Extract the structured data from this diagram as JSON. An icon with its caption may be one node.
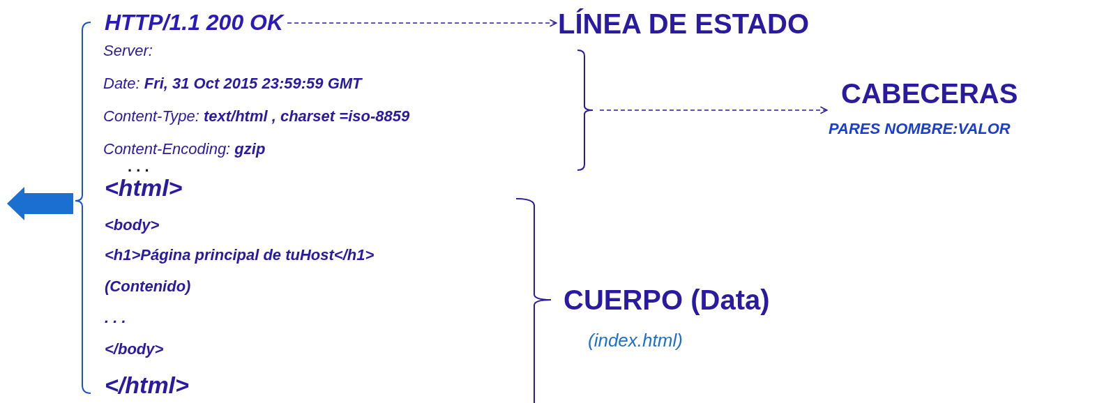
{
  "diagram": {
    "nodes": [
      {
        "text": [
          "HTTP/1.1  200 OK"
        ]
      },
      {
        "text": [
          "LÍNEA DE ESTADO"
        ]
      },
      {
        "text": [
          "Server:",
          "Date: **Fri, 31 Oct 2015 23:59:59 GMT**",
          "Content-Type: **text/html , charset =iso-8859**",
          "Content-Encoding: **gzip**"
        ]
      },
      {
        "text": [
          "CABECERAS",
          "PARES NOMBRE:VALOR"
        ]
      }
    ],
    "edges": [
      {
        "from": 0,
        "to": 1,
        "arrow": "to",
        "style": "dashed"
      },
      {
        "from": 2,
        "to": 3,
        "arrow": "to",
        "style": "dashed"
      }
    ],
    "labels": [
      ". . .",
      "<html>",
      "<body>",
      "<h1>Página principal de tuHost</h1>",
      "(Contenido)",
      ". . .",
      "</body>",
      "</html>",
      "CUERPO (Data)",
      "(index.html)"
    ]
  }
}
